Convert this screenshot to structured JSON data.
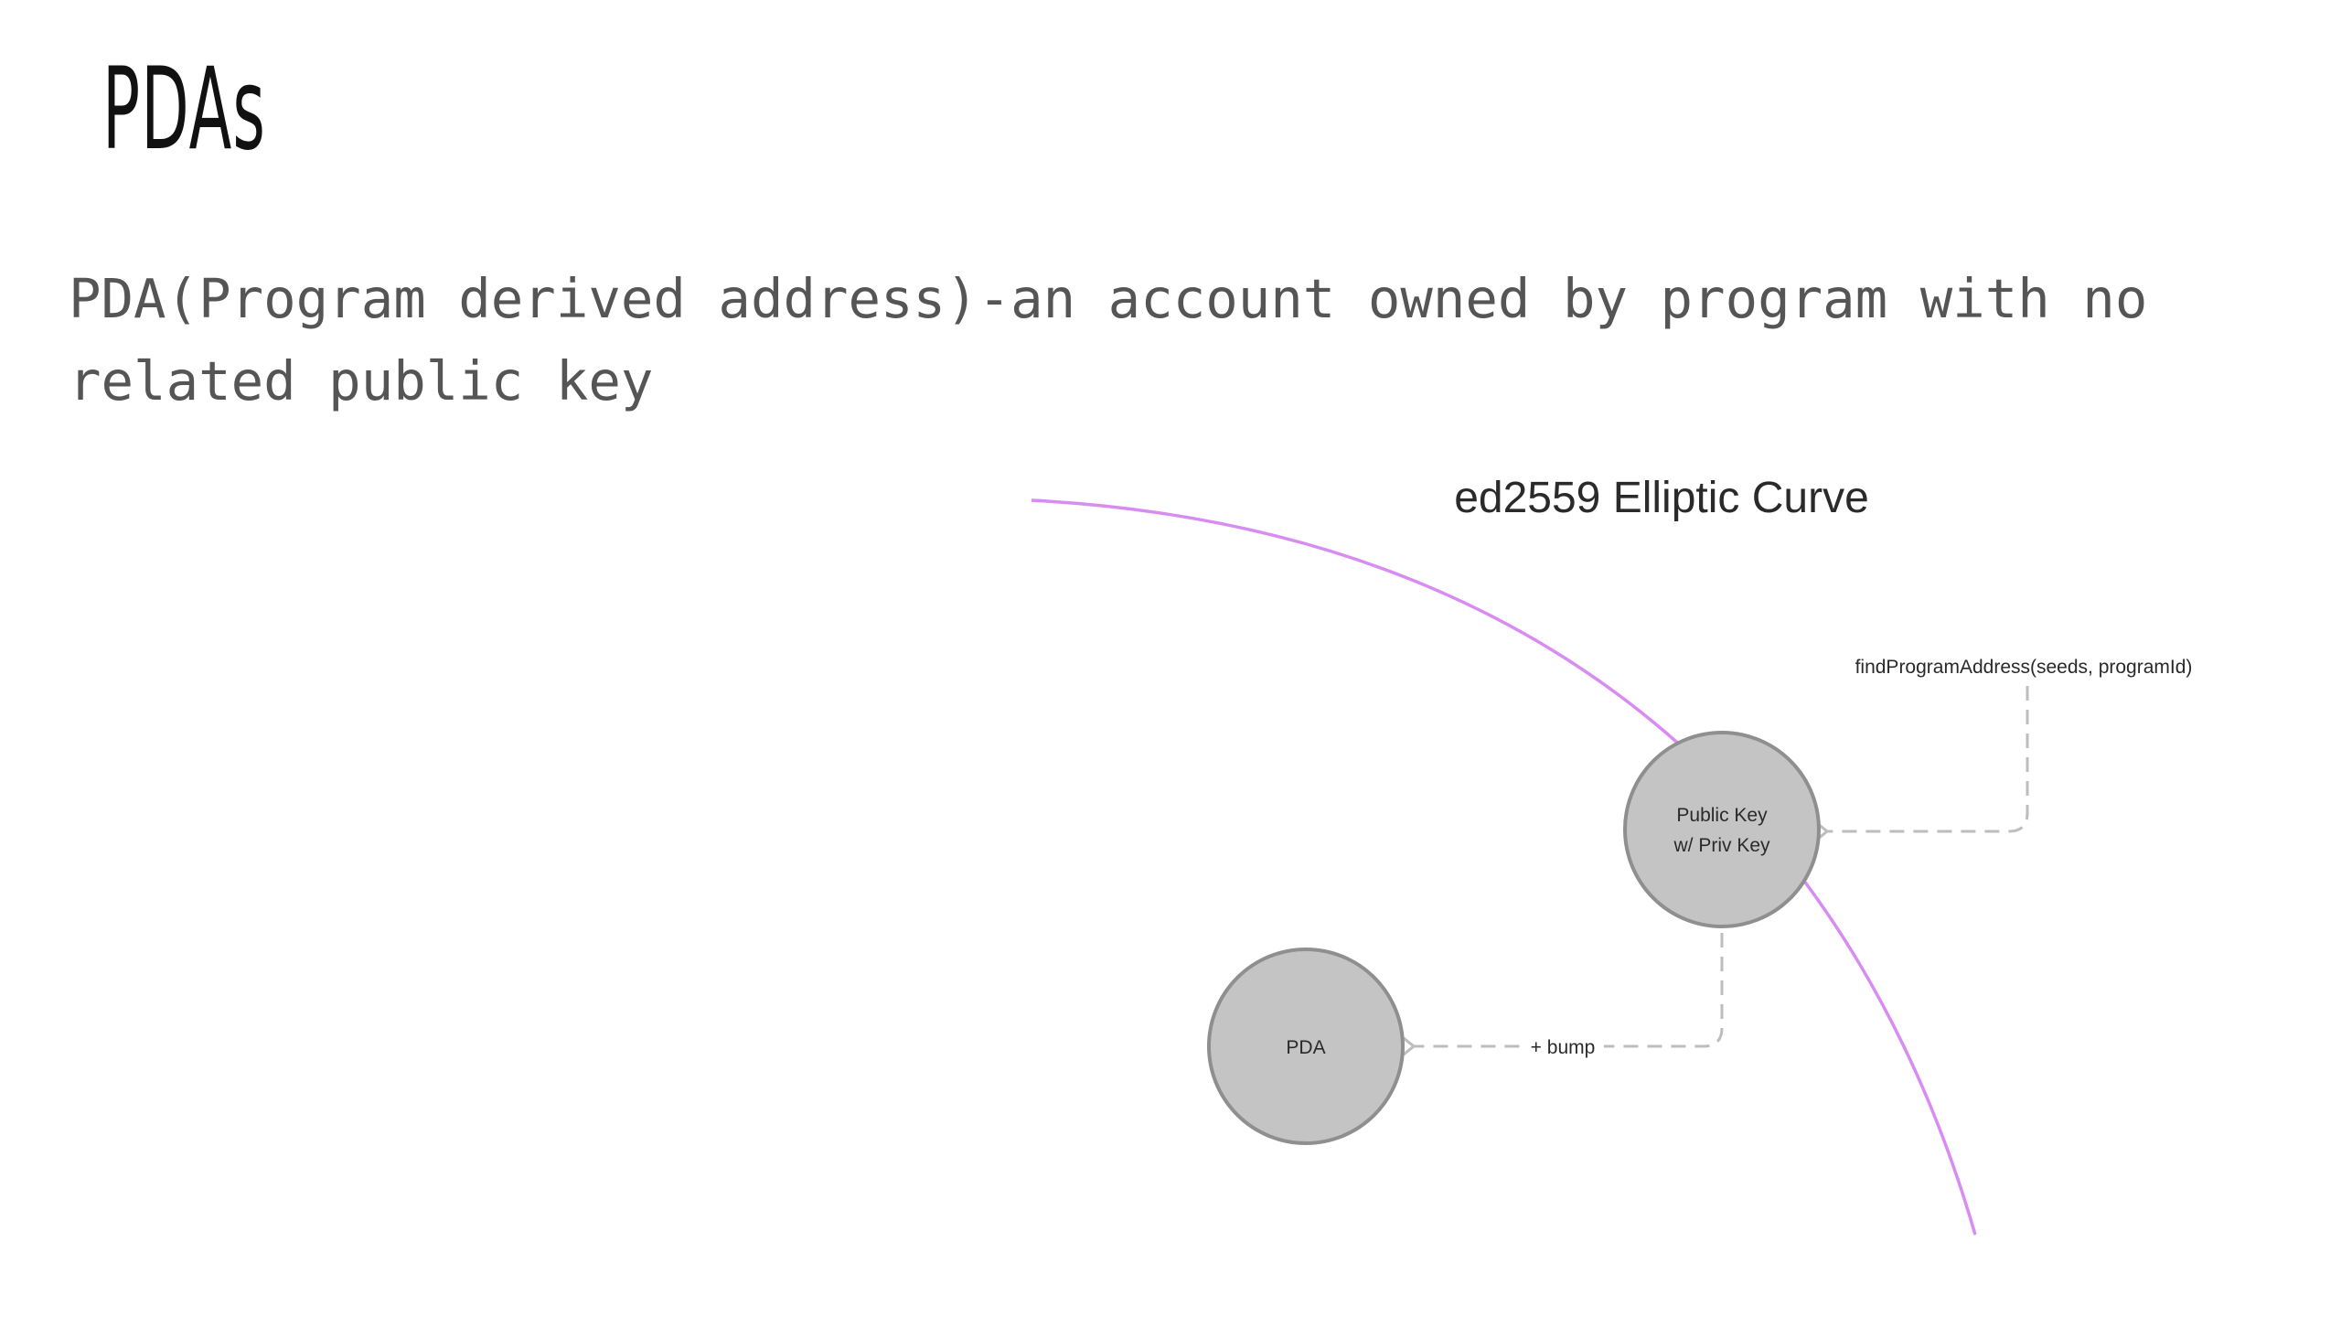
{
  "slide": {
    "title": "PDAs",
    "subtitle": "PDA(Program derived address)-an account owned by program with no related public key"
  },
  "diagram": {
    "heading": "ed2559 Elliptic Curve",
    "function_label": "findProgramAddress(seeds, programId)",
    "public_key_node": {
      "line1": "Public Key",
      "line2": "w/ Priv Key"
    },
    "bump_label": "+ bump",
    "pda_node": {
      "label": "PDA"
    },
    "colors": {
      "curve": "#D88CF2",
      "node_fill": "#C4C4C4",
      "node_stroke": "#8F8F8F",
      "dashed_arrow": "#BDBDBD"
    }
  }
}
